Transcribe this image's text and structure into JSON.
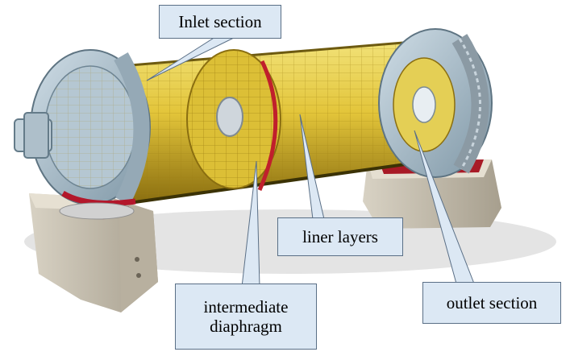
{
  "labels": {
    "inlet": "Inlet section",
    "liner": "liner layers",
    "diaphragm_line1": "intermediate",
    "diaphragm_line2": "diaphragm",
    "outlet": "outlet section"
  },
  "colors": {
    "callout_fill": "#dce8f4",
    "callout_border": "#5a6f86",
    "shell_yellow": "#e0c84a",
    "liner_yellow": "#d9b92a",
    "housing_gray": "#a9bfcc",
    "base_red": "#b3172b",
    "concrete": "#cbc5b7"
  }
}
